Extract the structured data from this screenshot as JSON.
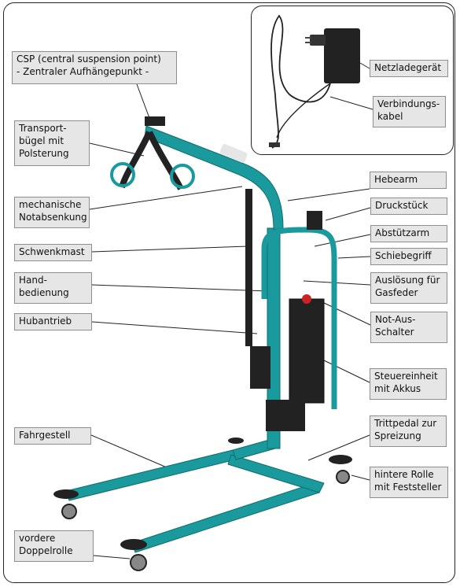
{
  "labels": {
    "csp": "CSP  (central suspension point)\n - Zentraler Aufhängepunkt -",
    "transportbuegel": "Transport-\nbügel mit\nPolsterung",
    "notabsenkung": "mechanische\nNotabsenkung",
    "schwenkmast": "Schwenkmast",
    "handbedienung": "Hand-\nbedienung",
    "hubantrieb": "Hubantrieb",
    "fahrgestell": "Fahrgestell",
    "vordere_rolle": "vordere\nDoppelrolle",
    "netzladegeraet": "Netzladegerät",
    "verbindungskabel": "Verbindungs-\nkabel",
    "hebearm": "Hebearm",
    "druckstueck": "Druckstück",
    "abstuetzarm": "Abstützarm",
    "schiebegriff": "Schiebegriff",
    "ausloesung": "Auslösung für\nGasfeder",
    "notaus": "Not-Aus-\nSchalter",
    "steuereinheit": "Steuereinheit\nmit Akkus",
    "trittpedal": "Trittpedal zur\nSpreizung",
    "hintere_rolle": "hintere Rolle\nmit Feststeller"
  },
  "colors": {
    "frame_teal": "#1a9a9c",
    "label_bg": "#e6e6e7",
    "dark_parts": "#1d1d1d"
  }
}
